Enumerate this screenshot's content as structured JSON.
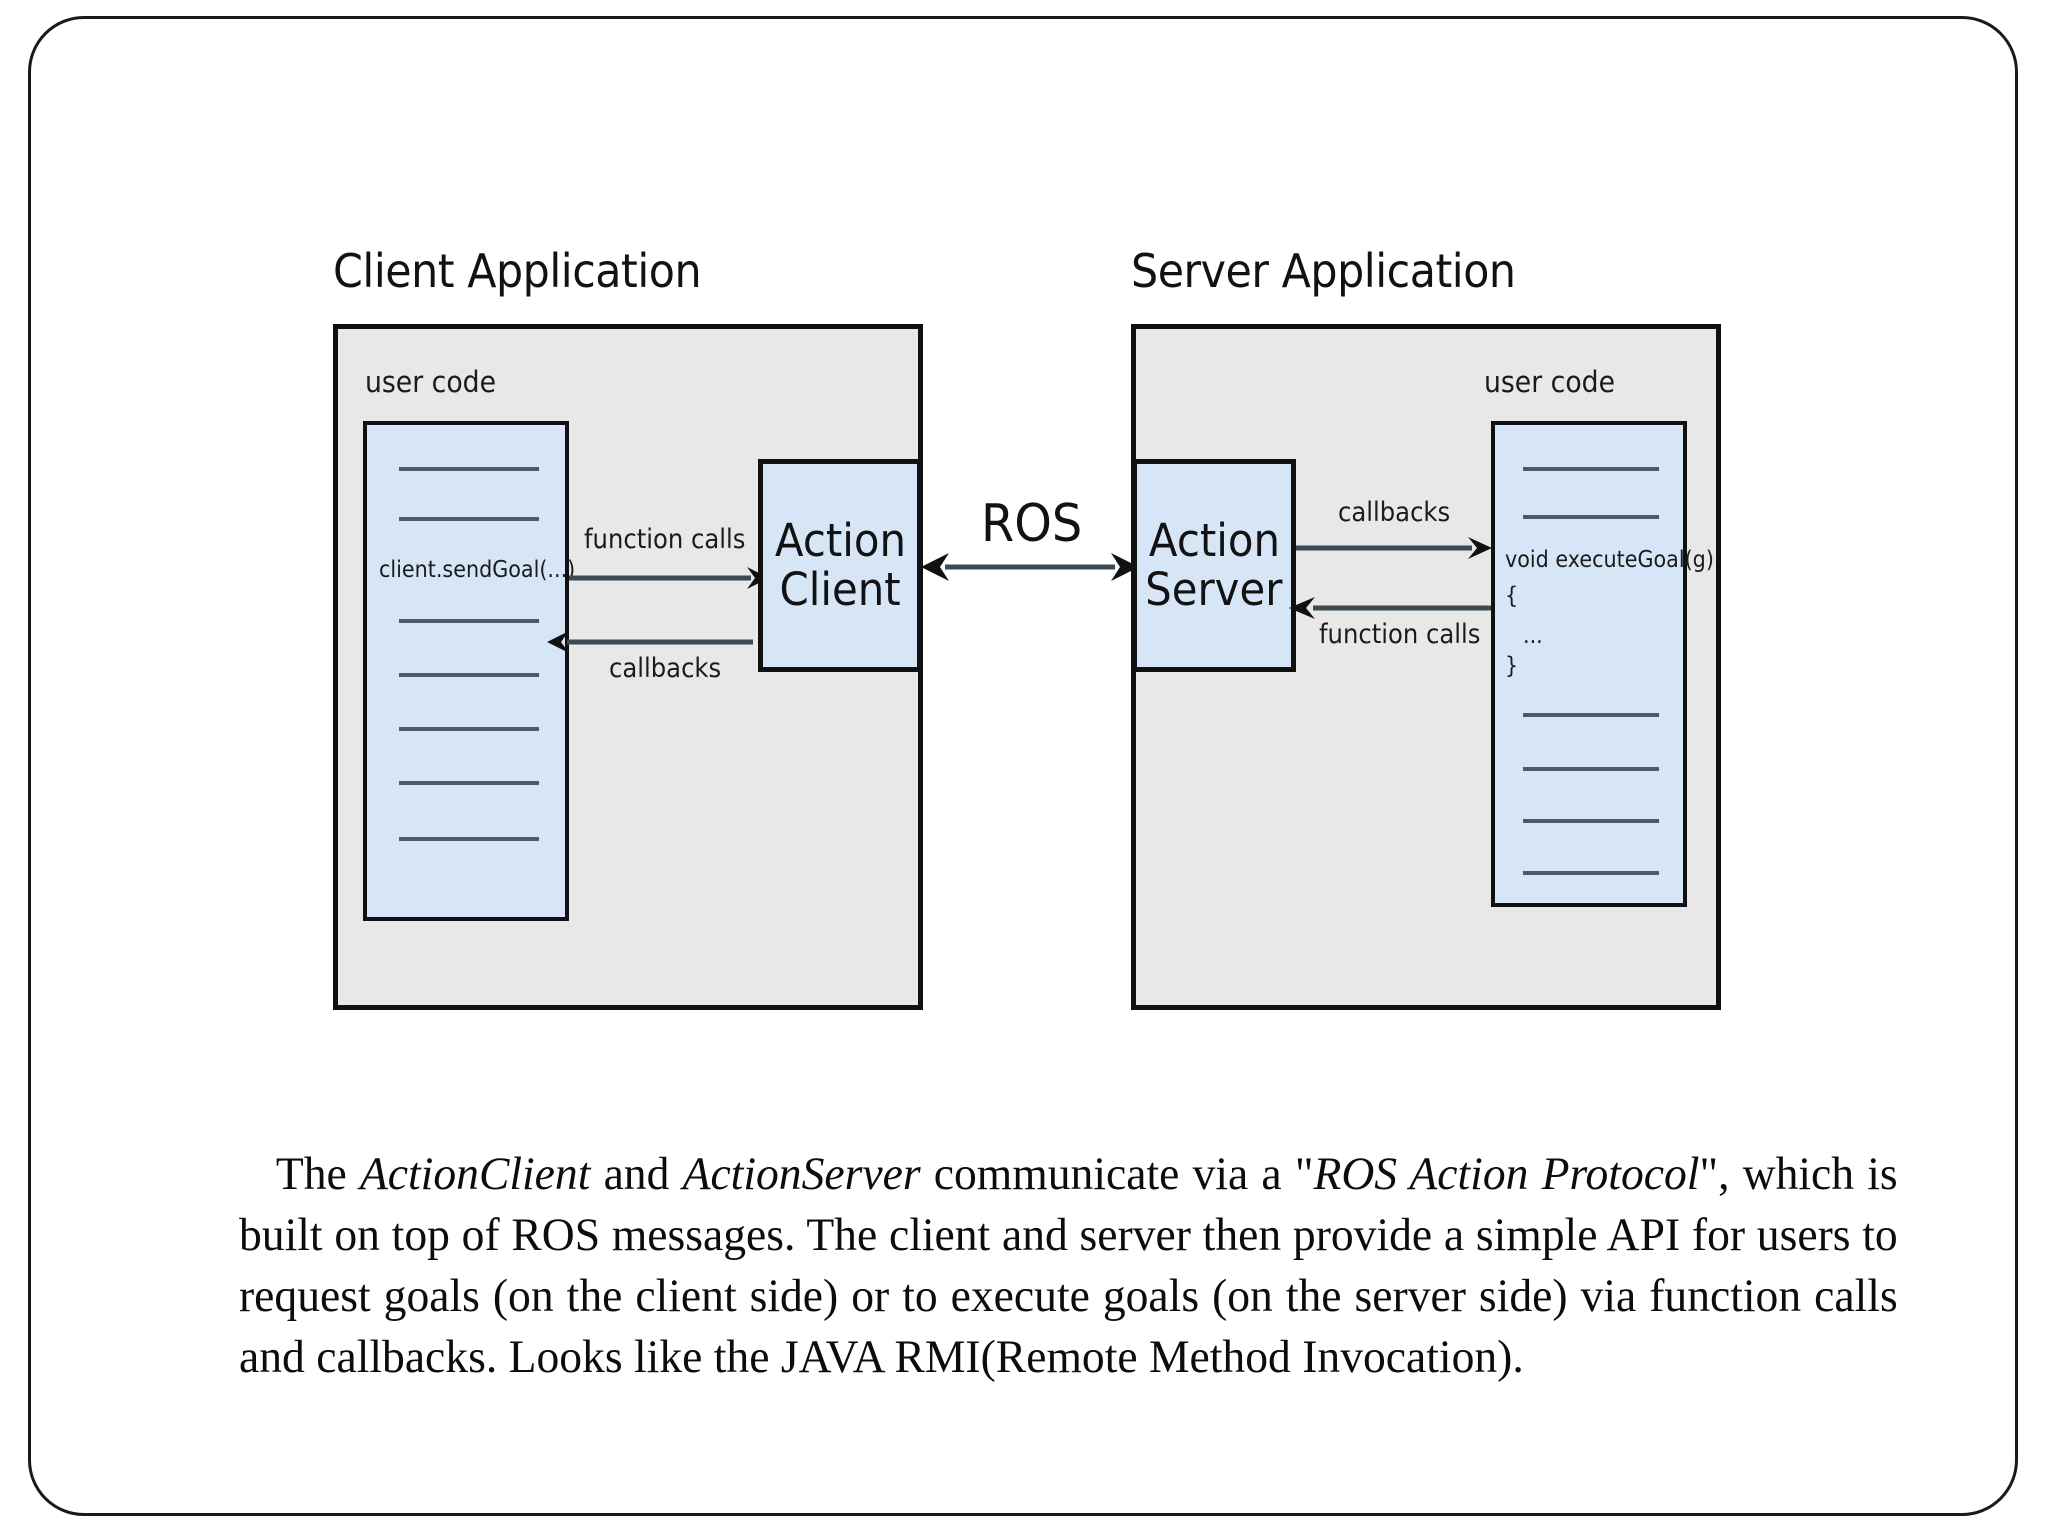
{
  "slide": {
    "diagram": {
      "client": {
        "title": "Client Application",
        "user_code_label": "user code",
        "code_snippet": "client.sendGoal(...)",
        "node_line1": "Action",
        "node_line2": "Client",
        "edge_out_label": "function calls",
        "edge_in_label": "callbacks"
      },
      "middle": {
        "protocol_label": "ROS"
      },
      "server": {
        "title": "Server Application",
        "user_code_label": "user code",
        "code_line1": "void executeGoal(g)",
        "code_line2": "{",
        "code_line3": "...",
        "code_line4": "}",
        "node_line1": "Action",
        "node_line2": "Server",
        "edge_out_label": "callbacks",
        "edge_in_label": "function calls"
      },
      "colors": {
        "panel_fill": "#e8e8e8",
        "box_fill": "#d6e6f7",
        "stroke": "#111111",
        "rule": "#4a5a66"
      }
    },
    "paragraph": {
      "seg1": "The ",
      "em1": "ActionClient",
      "seg2": " and ",
      "em2": "ActionServer",
      "seg3": " communicate via a \"",
      "em3": "ROS Action Protocol",
      "seg4": "\", which is built on top of ROS messages. The client and server then provide a simple API for users to request goals (on the client side) or to execute goals (on the server side) via function calls and callbacks. Looks like the JAVA RMI(Remote Method Invocation)."
    }
  }
}
